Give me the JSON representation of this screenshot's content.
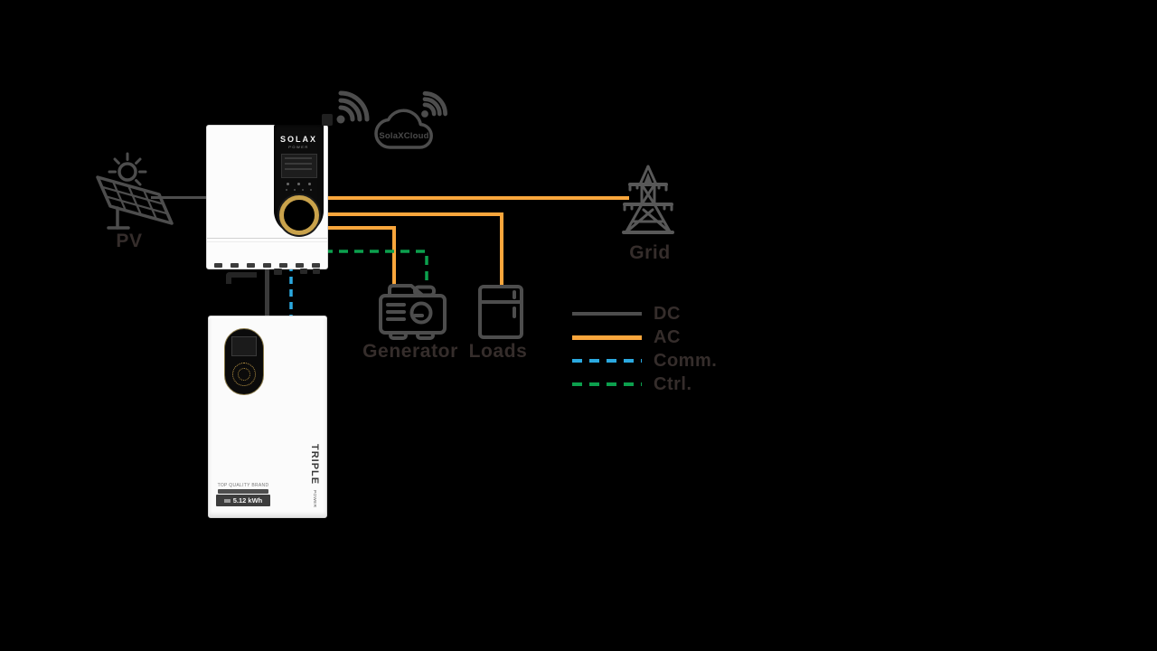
{
  "background": "#000000",
  "colors": {
    "dc_line": "#4D4D4D",
    "ac_line": "#F9A63C",
    "comm_line": "#2BA9E0",
    "ctrl_line": "#0CA04E",
    "icon_gray": "#4D4D4D",
    "label_text": "#352D2B",
    "ring_gold": "#C9A24B"
  },
  "nodes": {
    "pv": {
      "label": "PV"
    },
    "grid": {
      "label": "Grid"
    },
    "generator": {
      "label": "Generator"
    },
    "loads": {
      "label": "Loads"
    },
    "cloud": {
      "label": "SolaXCloud"
    }
  },
  "inverter": {
    "brand": "SOLAX",
    "brand_sub": "POWER"
  },
  "battery": {
    "brand": "TRIPLE",
    "brand_sub": "POWER",
    "quality_line": "TOP QUALITY BRAND",
    "capacity": "5.12 kWh"
  },
  "legend": {
    "items": [
      {
        "label": "DC",
        "color": "#4D4D4D",
        "style": "solid"
      },
      {
        "label": "AC",
        "color": "#F9A63C",
        "style": "solid"
      },
      {
        "label": "Comm.",
        "color": "#2BA9E0",
        "style": "dashed"
      },
      {
        "label": "Ctrl.",
        "color": "#0CA04E",
        "style": "dashed"
      }
    ]
  },
  "connections": [
    {
      "from": "pv",
      "to": "inverter",
      "type": "DC"
    },
    {
      "from": "inverter",
      "to": "grid",
      "type": "AC"
    },
    {
      "from": "inverter",
      "to": "loads",
      "type": "AC"
    },
    {
      "from": "inverter",
      "to": "generator",
      "type": "AC"
    },
    {
      "from": "inverter",
      "to": "generator",
      "type": "Ctrl"
    },
    {
      "from": "inverter",
      "to": "battery",
      "type": "DC"
    },
    {
      "from": "inverter",
      "to": "battery",
      "type": "Comm"
    }
  ]
}
